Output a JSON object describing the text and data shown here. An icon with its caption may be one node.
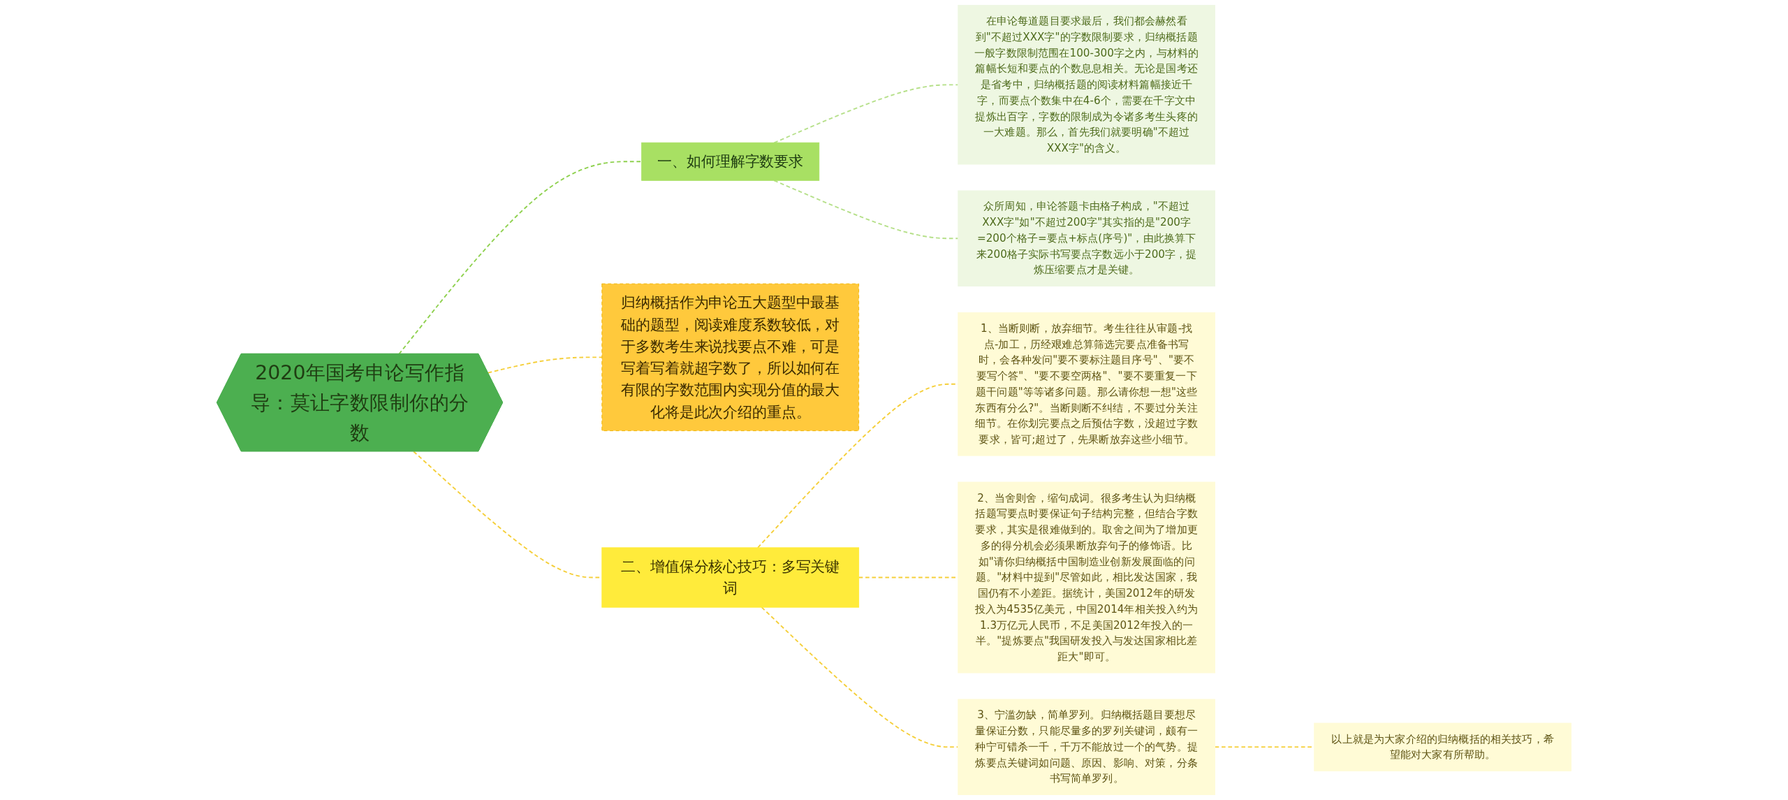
{
  "diagram": {
    "nodes": [
      {
        "text": [
          "2020年国考申论写作指导：莫让字数限制你的分数"
        ]
      },
      {
        "text": [
          "一、如何理解字数要求"
        ]
      },
      {
        "text": [
          "在申论每道题目要求最后，我们都会赫然看到\"不超过XXX字\"的字数限制要求，归纳概括题一般字数限制范围在100-300字之内，与材料的篇幅长短和要点的个数息息相关。无论是国考还是省考中，归纳概括题的阅读材料篇幅接近千字，而要点个数集中在4-6个，需要在千字文中提炼出百字，字数的限制成为令诸多考生头疼的一大难题。那么，首先我们就要明确\"不超过XXX字\"的含义。"
        ]
      },
      {
        "text": [
          "众所周知，申论答题卡由格子构成，\"不超过XXX字\"如\"不超过200字\"其实指的是\"200字=200个格子=要点+标点(序号)\"，由此换算下来200格子实际书写要点字数远小于200字，提炼压缩要点才是关键。"
        ]
      },
      {
        "text": [
          "归纳概括作为申论五大题型中最基础的题型，阅读难度系数较低，对于多数考生来说找要点不难，可是写着写着就超字数了，所以如何在有限的字数范围内实现分值的最大化将是此次介绍的重点。"
        ]
      },
      {
        "text": [
          "二、增值保分核心技巧：多写关键词"
        ]
      },
      {
        "text": [
          "1、当断则断，放弃细节。考生往往从审题-找点-加工，历经艰难总算筛选完要点准备书写时，会各种发问\"要不要标注题目序号\"、\"要不要写个答\"、\"要不要空两格\"、\"要不要重复一下题干问题\"等等诸多问题。那么请你想一想\"这些东西有分么?\"。当断则断不纠结，不要过分关注细节。在你划完要点之后预估字数，没超过字数要求，皆可;超过了，先果断放弃这些小细节。"
        ]
      },
      {
        "text": [
          "2、当舍则舍，缩句成词。很多考生认为归纳概括题写要点时要保证句子结构完整，但结合字数要求，其实是很难做到的。取舍之间为了增加更多的得分机会必须果断放弃句子的修饰语。比如\"请你归纳概括中国制造业创新发展面临的问题。\"材料中提到\"尽管如此，相比发达国家，我国仍有不小差距。据统计，美国2012年的研发投入为4535亿美元，中国2014年相关投入约为1.3万亿元人民币，不足美国2012年投入的一半。\"提炼要点\"我国研发投入与发达国家相比差距大\"即可。"
        ]
      },
      {
        "text": [
          "3、宁滥勿缺，简单罗列。归纳概括题目要想尽量保证分数，只能尽量多的罗列关键词，颇有一种宁可错杀一千，千万不能放过一个的气势。提炼要点关键词如问题、原因、影响、对策，分条书写简单罗列。"
        ]
      },
      {
        "text": [
          "以上就是为大家介绍的归纳概括的相关技巧，希望能对大家有所帮助。"
        ]
      }
    ],
    "edges": [
      {
        "from": 0,
        "to": 1,
        "arrow": "none",
        "style": "dashed",
        "color": "#8fd14f"
      },
      {
        "from": 1,
        "to": 2,
        "arrow": "none",
        "style": "dashed",
        "color": "#b6e08a"
      },
      {
        "from": 1,
        "to": 3,
        "arrow": "none",
        "style": "dashed",
        "color": "#b6e08a"
      },
      {
        "from": 0,
        "to": 4,
        "arrow": "none",
        "style": "dashed"
      },
      {
        "from": 0,
        "to": 5,
        "arrow": "none",
        "style": "dashed"
      },
      {
        "from": 5,
        "to": 6,
        "arrow": "none",
        "style": "dashed"
      },
      {
        "from": 5,
        "to": 7,
        "arrow": "none",
        "style": "dashed"
      },
      {
        "from": 5,
        "to": 8,
        "arrow": "none",
        "style": "dashed"
      },
      {
        "from": 8,
        "to": 9,
        "arrow": "none",
        "style": "dashed"
      }
    ]
  }
}
